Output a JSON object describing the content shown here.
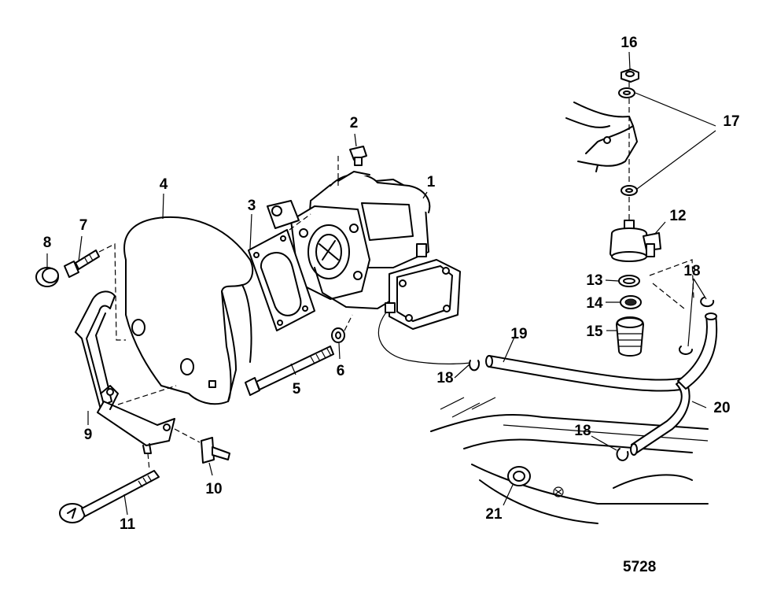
{
  "figure_number": "5728",
  "callouts": [
    {
      "id": "c1",
      "text": "1"
    },
    {
      "id": "c2",
      "text": "2"
    },
    {
      "id": "c3",
      "text": "3"
    },
    {
      "id": "c4",
      "text": "4"
    },
    {
      "id": "c5",
      "text": "5"
    },
    {
      "id": "c6",
      "text": "6"
    },
    {
      "id": "c7",
      "text": "7"
    },
    {
      "id": "c8",
      "text": "8"
    },
    {
      "id": "c9",
      "text": "9"
    },
    {
      "id": "c10",
      "text": "10"
    },
    {
      "id": "c11",
      "text": "11"
    },
    {
      "id": "c12",
      "text": "12"
    },
    {
      "id": "c13",
      "text": "13"
    },
    {
      "id": "c14",
      "text": "14"
    },
    {
      "id": "c15",
      "text": "15"
    },
    {
      "id": "c16",
      "text": "16"
    },
    {
      "id": "c17",
      "text": "17"
    },
    {
      "id": "c18a",
      "text": "18"
    },
    {
      "id": "c18b",
      "text": "18"
    },
    {
      "id": "c18c",
      "text": "18"
    },
    {
      "id": "c19",
      "text": "19"
    },
    {
      "id": "c20",
      "text": "20"
    },
    {
      "id": "c21",
      "text": "21"
    }
  ]
}
